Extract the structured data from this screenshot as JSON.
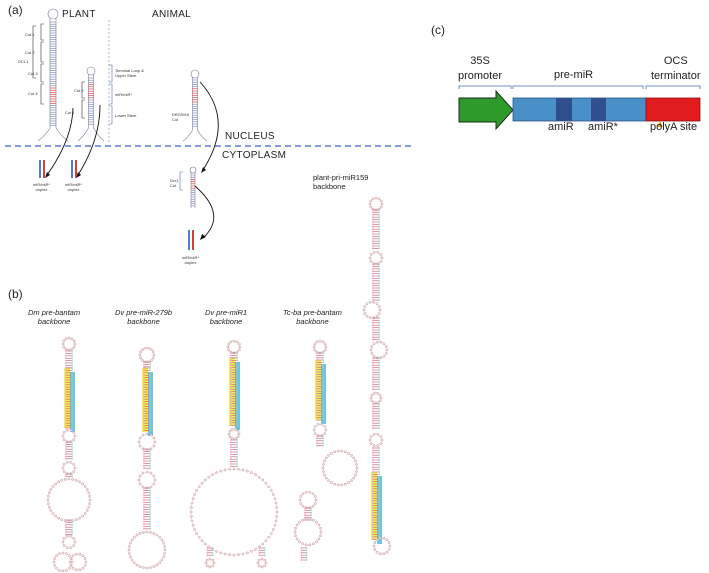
{
  "panel_a": {
    "label": "(a)",
    "plant_title": "PLANT",
    "animal_title": "ANIMAL",
    "cut_labels": [
      "Cut 1",
      "Cut 2",
      "Cut 3",
      "Cut 4",
      "Cut 2",
      "Cut 1"
    ],
    "dcl1": "DCL1",
    "region_terminal": "Terminal Loop &\nUpper Stem",
    "region_mir": "miR/miR*",
    "region_lower": "Lower Stem",
    "drosha": "DROSHA\nCut",
    "dicer": "Dcr1\nCut",
    "nucleus": "NUCLEUS",
    "cytoplasm": "CYTOPLASM",
    "duplex_label": "miR/miR*\nduplex"
  },
  "panel_b": {
    "label": "(b)",
    "captions": [
      "Dm pre-bantam\nbackbone",
      "Dv pre-miR-279b\nbackbone",
      "Dv pre-miR1\nbackbone",
      "Tc-ba pre-bantam\nbackbone"
    ],
    "plant_caption": "plant-pri-miR159\nbackbone"
  },
  "panel_c": {
    "label": "(c)",
    "promoter": "35S\npromoter",
    "premir": "pre-miR",
    "terminator": "OCS\nterminator",
    "amir": "amiR",
    "amir_star": "amiR*",
    "polya": "polyA site",
    "colors": {
      "promoter": "#2e9a2a",
      "premir": "#4a90c8",
      "amir": "#2f4f8f",
      "terminator": "#e11c1c",
      "polya_marker": "#e0a020"
    }
  }
}
